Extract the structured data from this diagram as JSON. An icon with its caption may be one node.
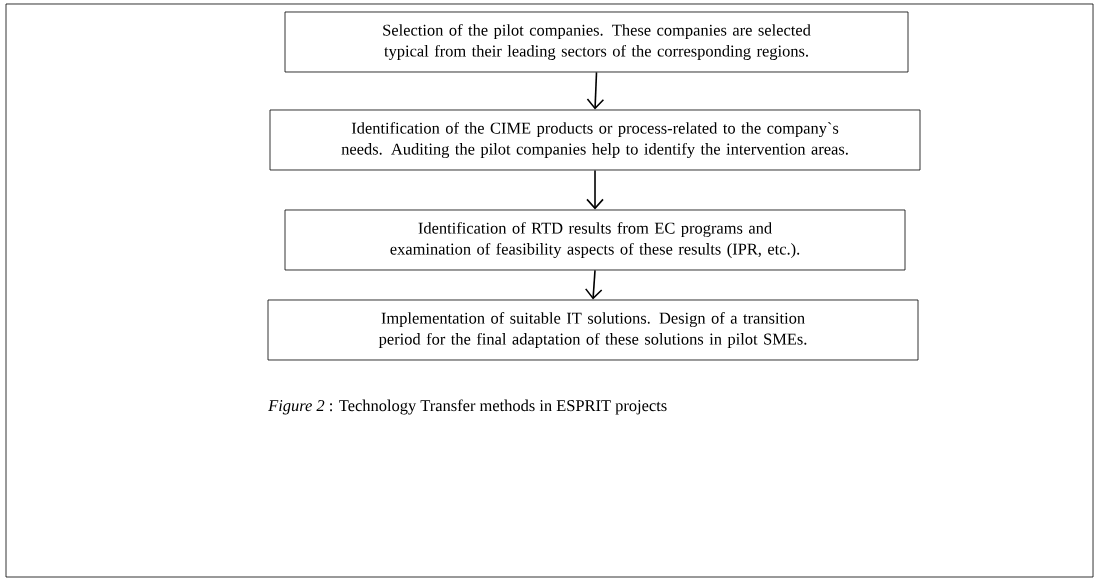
{
  "diagram": {
    "caption": "*Figure 2* : Technology Transfer methods in ESPRIT projects",
    "nodes": [
      {
        "text": [
          "Selection of the pilot companies.  These companies are selected typical from their leading sectors of the corresponding regions."
        ]
      },
      {
        "text": [
          "Identification of the CIME products or process-related to the company`s needs. Auditing the pilot companies help to identify the intervention areas."
        ]
      },
      {
        "text": [
          "Identification of RTD results from EC programs and examination of feasibility aspects of these results (IPR, etc.)."
        ]
      },
      {
        "text": [
          "Implementation of suitable IT solutions.  Design of a transition period for the final adaptation of these solutions in pilot SMEs."
        ]
      }
    ],
    "edges": [
      {
        "from": 0,
        "to": 1,
        "arrow": "to"
      },
      {
        "from": 1,
        "to": 2,
        "arrow": "to"
      },
      {
        "from": 2,
        "to": 3,
        "arrow": "to"
      }
    ]
  }
}
